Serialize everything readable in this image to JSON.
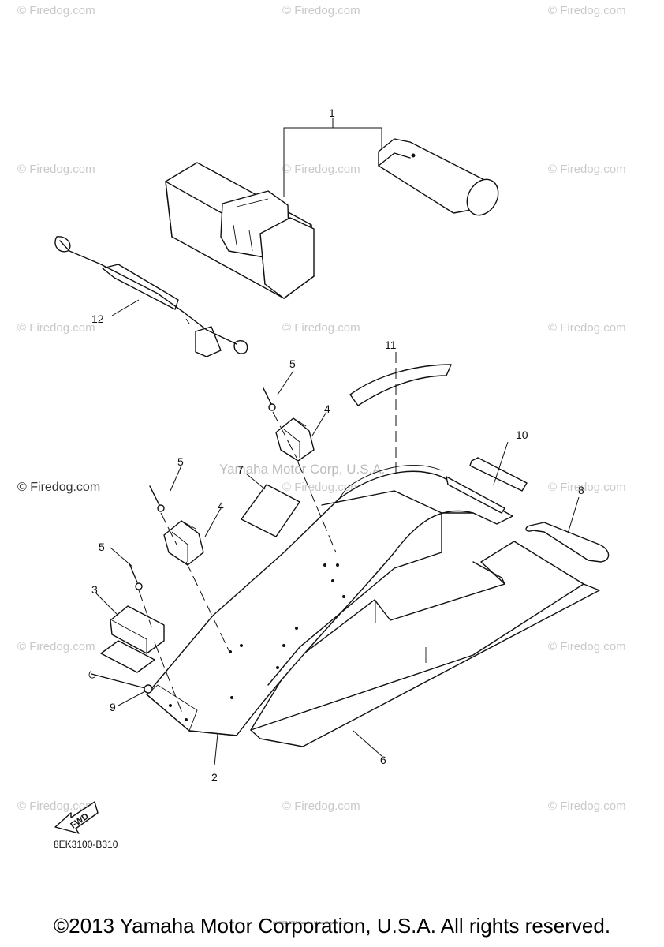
{
  "watermark": {
    "text": "© Firedog.com",
    "center_text": "Yamaha Motor Corp, U.S.A."
  },
  "callouts": {
    "c1": "1",
    "c2": "2",
    "c3": "3",
    "c4a": "4",
    "c4b": "4",
    "c5a": "5",
    "c5b": "5",
    "c5c": "5",
    "c6": "6",
    "c7": "7",
    "c8": "8",
    "c9": "9",
    "c10": "10",
    "c11": "11",
    "c12": "12"
  },
  "fwd_label": "FWD",
  "part_code": "8EK3100-B310",
  "small_print": "(c) 2000-2016 Yamaha Motor Corp, U.S.A.",
  "copyright": "©2013 Yamaha Motor Corporation, U.S.A. All rights reserved."
}
